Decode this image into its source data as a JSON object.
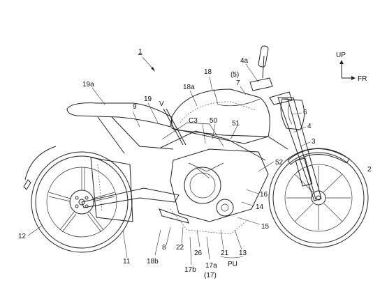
{
  "figure": {
    "ref_main": "1",
    "dir_up": "UP",
    "dir_fr": "FR",
    "view_mark": "V",
    "labels": [
      {
        "id": "l19a",
        "text": "19a"
      },
      {
        "id": "l18",
        "text": "18"
      },
      {
        "id": "l18a",
        "text": "18a"
      },
      {
        "id": "l4a",
        "text": "4a"
      },
      {
        "id": "l5p",
        "text": "(5)"
      },
      {
        "id": "l7",
        "text": "7"
      },
      {
        "id": "l9",
        "text": "9"
      },
      {
        "id": "l19",
        "text": "19"
      },
      {
        "id": "lC3",
        "text": "C3"
      },
      {
        "id": "l50",
        "text": "50"
      },
      {
        "id": "l51",
        "text": "51"
      },
      {
        "id": "l6",
        "text": "6"
      },
      {
        "id": "l4",
        "text": "4"
      },
      {
        "id": "l3",
        "text": "3"
      },
      {
        "id": "l2",
        "text": "2"
      },
      {
        "id": "l52",
        "text": "52"
      },
      {
        "id": "l16",
        "text": "16"
      },
      {
        "id": "l14",
        "text": "14"
      },
      {
        "id": "l15",
        "text": "15"
      },
      {
        "id": "l12",
        "text": "12"
      },
      {
        "id": "l11",
        "text": "11"
      },
      {
        "id": "l8",
        "text": "8"
      },
      {
        "id": "l22",
        "text": "22"
      },
      {
        "id": "l26",
        "text": "26"
      },
      {
        "id": "l18b",
        "text": "18b"
      },
      {
        "id": "l17b",
        "text": "17b"
      },
      {
        "id": "l17a",
        "text": "17a"
      },
      {
        "id": "l17p",
        "text": "(17)"
      },
      {
        "id": "l21",
        "text": "21"
      },
      {
        "id": "l13",
        "text": "13"
      },
      {
        "id": "lPU",
        "text": "PU"
      }
    ]
  }
}
